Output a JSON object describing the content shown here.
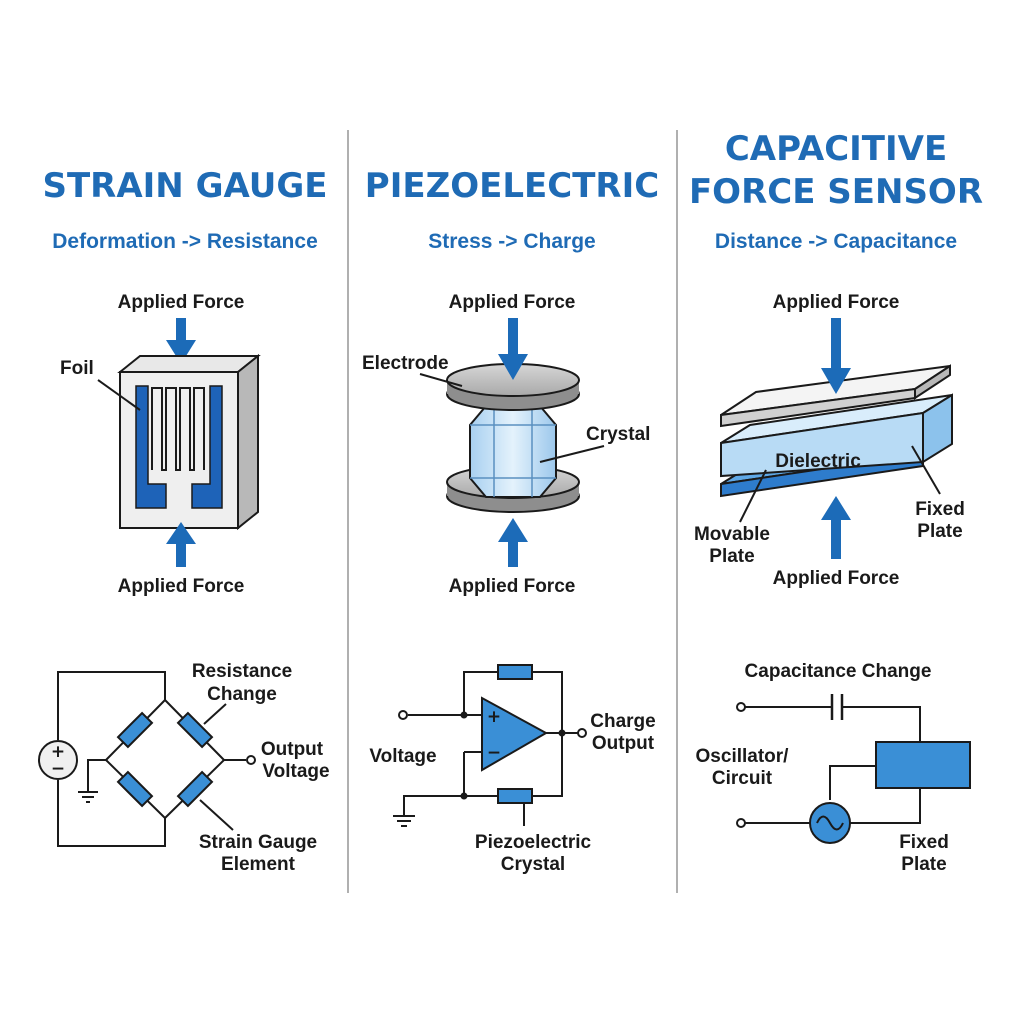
{
  "colors": {
    "accent": "#1f6bb5",
    "arrow": "#1c6bb8",
    "element": "#3a8fd6",
    "light_blue": "#bcdcf4",
    "gray": "#c8c8c8"
  },
  "strain": {
    "title": "STRAIN GAUGE",
    "subtitle": "Deformation -> Resistance",
    "force_top": "Applied Force",
    "foil": "Foil",
    "force_bottom": "Applied Force",
    "resistance_1": "Resistance",
    "resistance_2": "Change",
    "output_1": "Output",
    "output_2": "Voltage",
    "element_1": "Strain Gauge",
    "element_2": "Element",
    "plus": "+",
    "minus": "−"
  },
  "piezo": {
    "title": "PIEZOELECTRIC",
    "subtitle": "Stress -> Charge",
    "force_top": "Applied Force",
    "electrode": "Electrode",
    "crystal": "Crystal",
    "force_bottom": "Applied Force",
    "voltage": "Voltage",
    "charge_1": "Charge",
    "charge_2": "Output",
    "pcrystal_1": "Piezoelectric",
    "pcrystal_2": "Crystal",
    "plus": "+",
    "minus": "−"
  },
  "cap": {
    "title_1": "CAPACITIVE",
    "title_2": "FORCE SENSOR",
    "subtitle": "Distance -> Capacitance",
    "force_top": "Applied Force",
    "dielectric": "Dielectric",
    "fixed_1": "Fixed",
    "fixed_2": "Plate",
    "movable_1": "Movable",
    "movable_2": "Plate",
    "force_bottom": "Applied Force",
    "change": "Capacitance Change",
    "osc_1": "Oscillator/",
    "osc_2": "Circuit",
    "fixed_b1": "Fixed",
    "fixed_b2": "Plate"
  }
}
